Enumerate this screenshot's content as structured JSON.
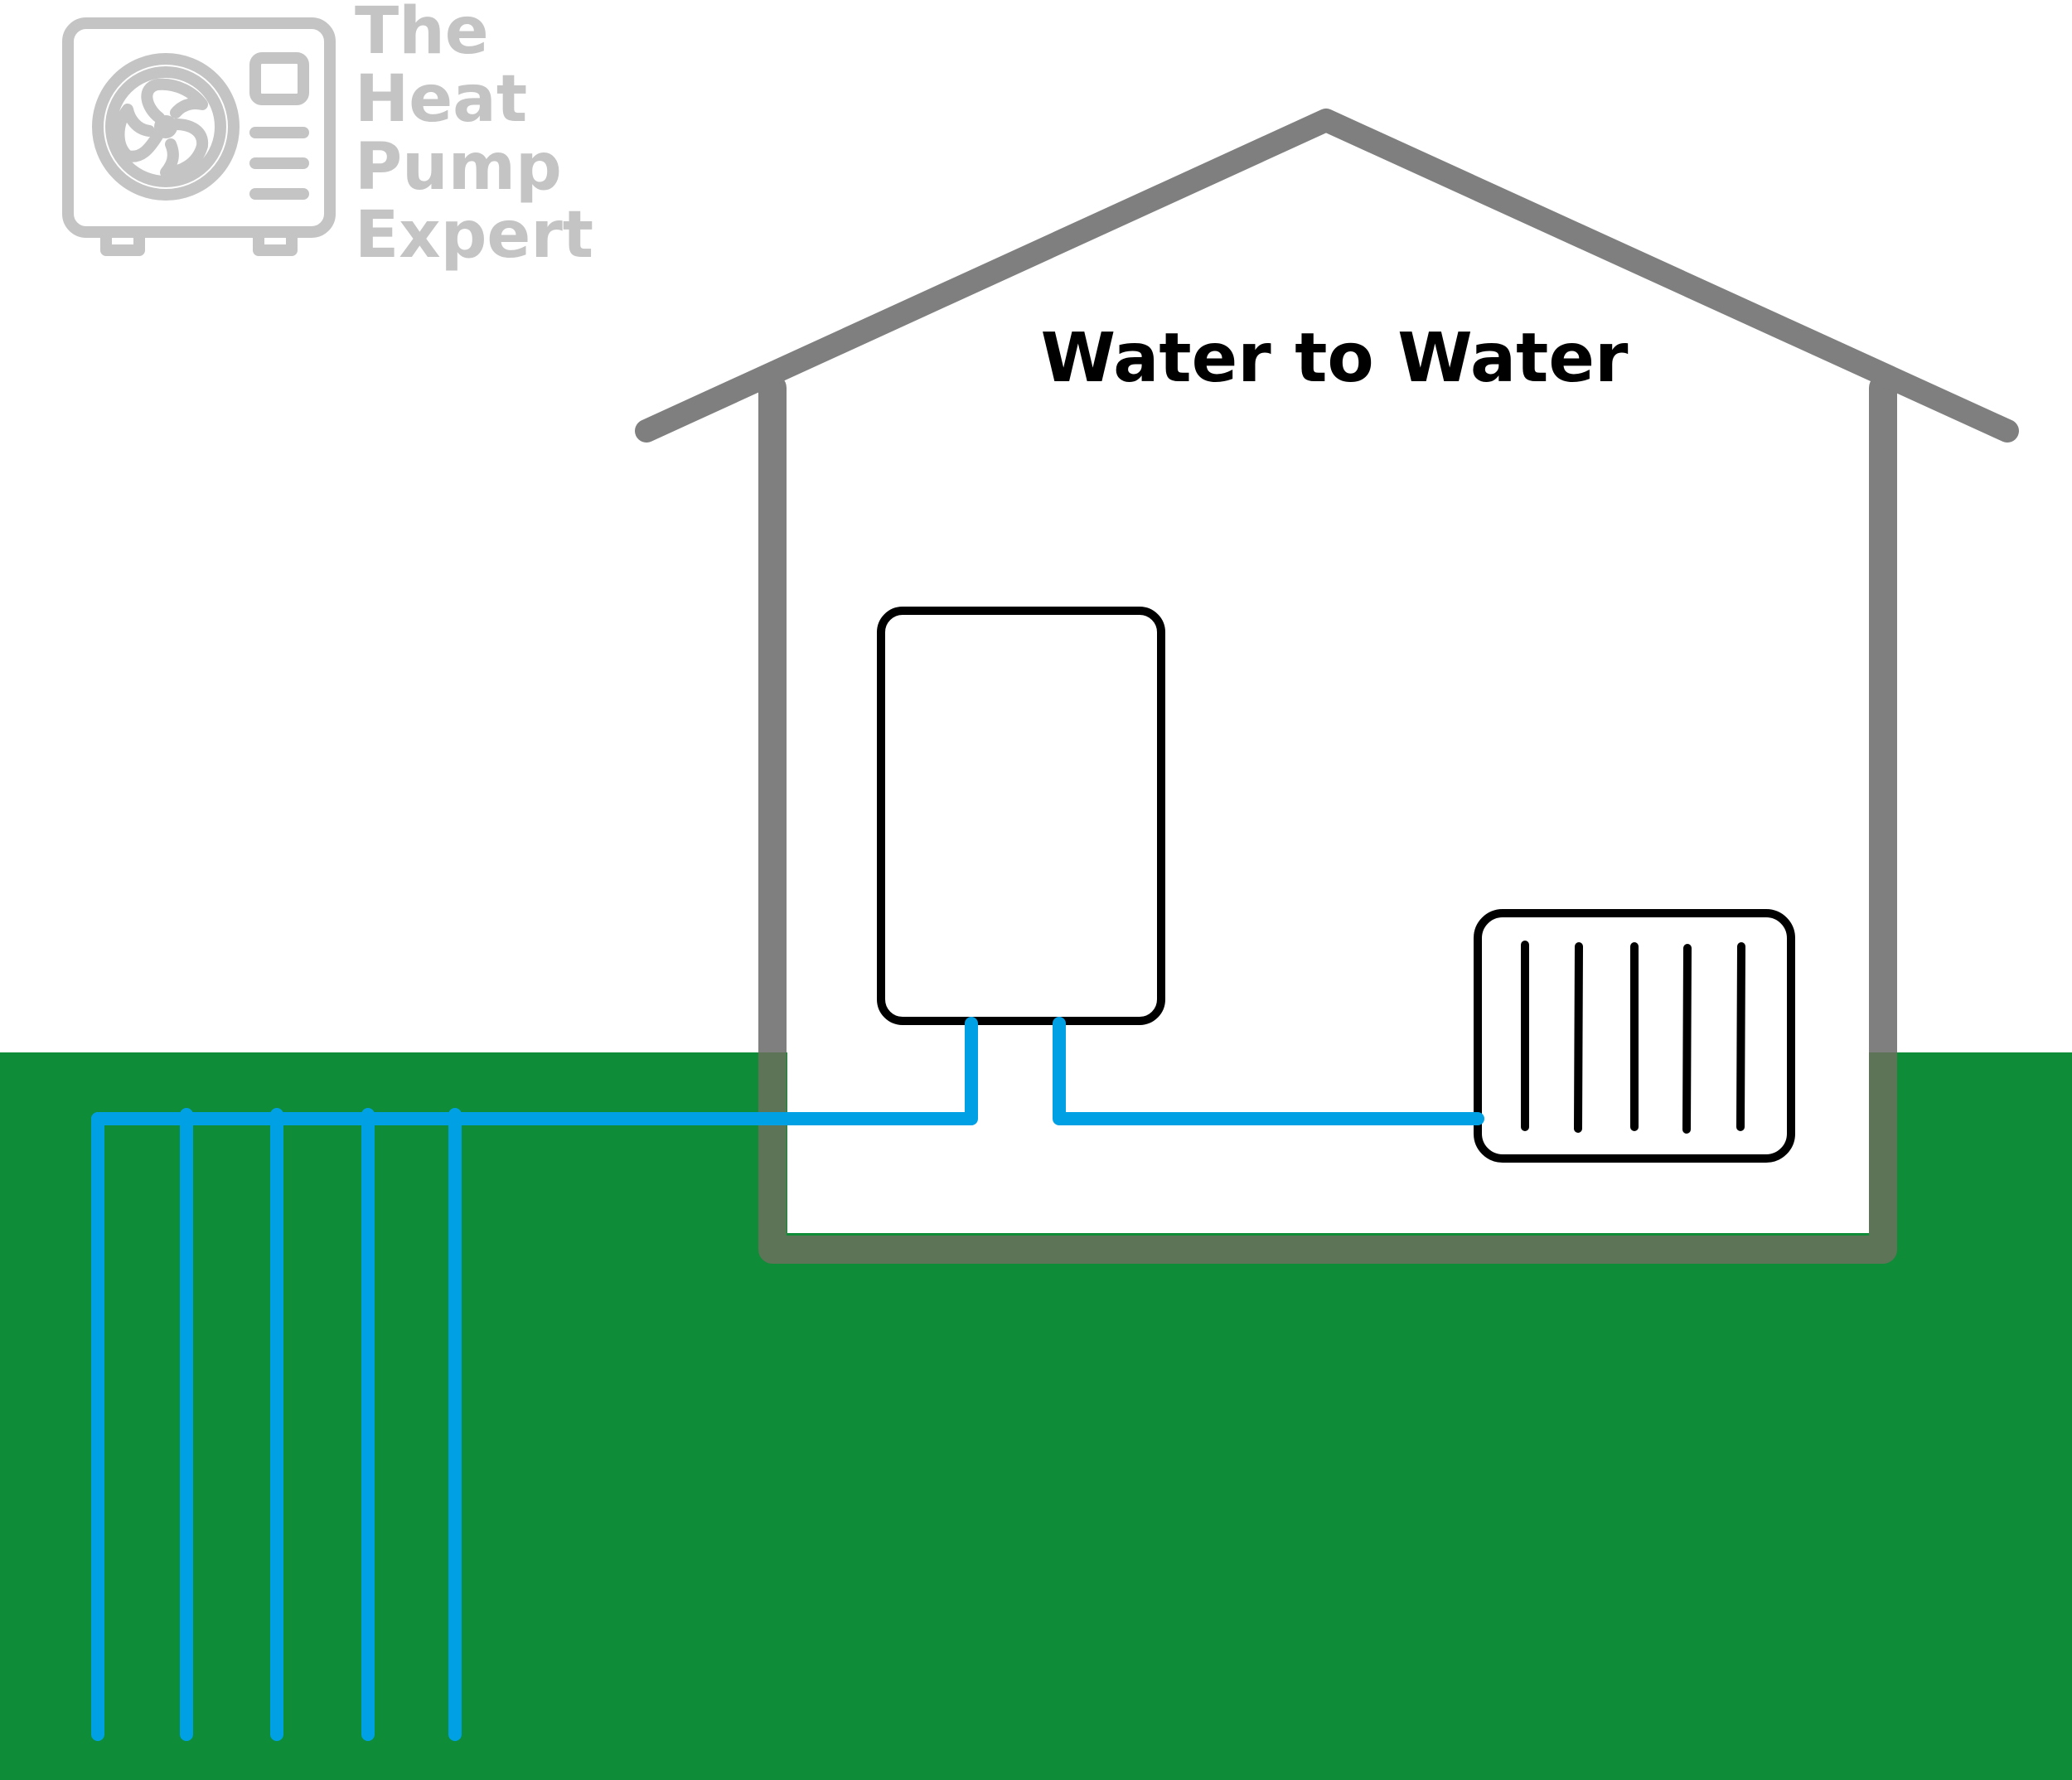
{
  "logo": {
    "lines": [
      "The",
      "Heat",
      "Pump",
      "Expert"
    ],
    "icon": "heat-pump-unit-icon",
    "color": "#c4c4c4"
  },
  "diagram": {
    "title": "Water to Water"
  },
  "colors": {
    "ground": "#0e8c38",
    "house_wall": "#7f7f7f",
    "house_wall_underground": "#5d7457",
    "pipe": "#00a0e4",
    "unit_outline": "#000000",
    "background": "#ffffff"
  }
}
